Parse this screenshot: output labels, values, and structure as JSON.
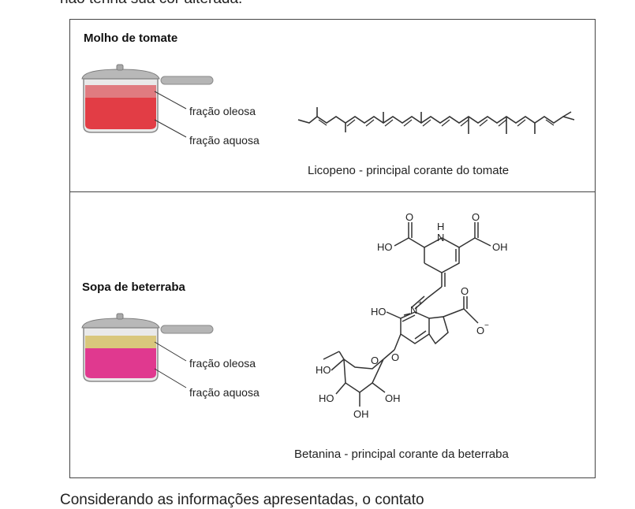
{
  "header_text": "não tenha sua cor alterada.",
  "footer_text": "Considerando as informações apresentadas, o contato",
  "panel_top": {
    "title": "Molho de tomate",
    "label_oleosa": "fração oleosa",
    "label_aquosa": "fração aquosa",
    "caption": "Licopeno - principal corante do tomate",
    "oil_color": "#e07b80",
    "water_color": "#e23d45"
  },
  "panel_bottom": {
    "title": "Sopa de beterraba",
    "label_oleosa": "fração oleosa",
    "label_aquosa": "fração aquosa",
    "caption": "Betanina - principal corante da beterraba",
    "oil_color": "#d9c77c",
    "water_color": "#e0398f"
  },
  "molecule_labels": {
    "o1": "O",
    "o2": "O",
    "h": "H",
    "n1": "N",
    "ho1": "HO",
    "oh1": "OH",
    "n2": "N",
    "plus": "+",
    "o3": "O",
    "o_minus": "O",
    "minus": "−",
    "ho2": "HO",
    "o_link": "O",
    "ho3": "HO",
    "o_ring": "O",
    "ho4": "HO",
    "oh2": "OH",
    "oh3": "OH"
  }
}
